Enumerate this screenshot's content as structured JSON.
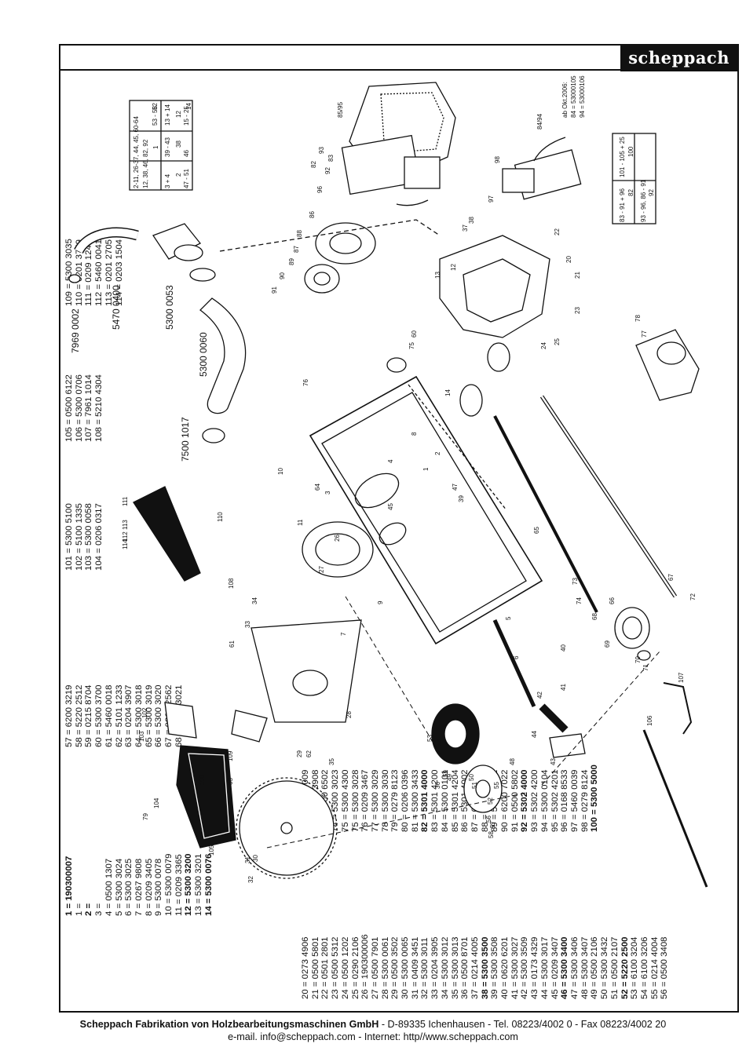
{
  "brand": {
    "logo_text": "scheppach"
  },
  "parts_columns": [
    {
      "id": "col1",
      "items": [
        {
          "t": "1 = 190300007",
          "b": true
        },
        {
          "t": "1 ="
        },
        {
          "t": "2 =",
          "b": true
        },
        {
          "t": "3 ="
        },
        {
          "t": "4 = 0500 1307"
        },
        {
          "t": "5 = 5300 3024"
        },
        {
          "t": "6 = 5300 3025"
        },
        {
          "t": "7 = 0267 9808"
        },
        {
          "t": "8 = 0209 3405"
        },
        {
          "t": "9 = 5300 0078"
        },
        {
          "t": "10 = 5300 0079"
        },
        {
          "t": "11 = 0209 3365"
        },
        {
          "t": "12 = 5300 3200",
          "b": true
        },
        {
          "t": "13 = 5300 3201"
        },
        {
          "t": "14 = 5300 0076",
          "b": true
        }
      ]
    },
    {
      "id": "col2",
      "items": [
        {
          "t": "57 = 6200 3219"
        },
        {
          "t": "58 = 5220 2512"
        },
        {
          "t": "59 = 0215 8704"
        },
        {
          "t": "60 = 5300 3700"
        },
        {
          "t": "61 = 5460 0018"
        },
        {
          "t": "62 = 5101 1233"
        },
        {
          "t": "63 = 0204 3907"
        },
        {
          "t": "64 = 5300 3018"
        },
        {
          "t": "65 = 5300 3019"
        },
        {
          "t": "66 = 5300 3020"
        },
        {
          "t": "67 = 0201 2562"
        },
        {
          "t": "68 = 5300 3021"
        }
      ]
    },
    {
      "id": "col3",
      "items": [
        {
          "t": "101 = 5300 5100"
        },
        {
          "t": "102 = 5100 1335"
        },
        {
          "t": "103 = 5300 0058"
        },
        {
          "t": "104 = 0206 0317"
        }
      ]
    },
    {
      "id": "col4",
      "items": [
        {
          "t": "105 = 0500 6122"
        },
        {
          "t": "106 = 5300 0706"
        },
        {
          "t": "107 = 7961 1014"
        },
        {
          "t": "108 = 5210 4304"
        }
      ]
    },
    {
      "id": "col5",
      "items": [
        {
          "t": "109 = 5300 3035"
        },
        {
          "t": "110 = 0201 3759"
        },
        {
          "t": "111 = 0209 1247"
        },
        {
          "t": "112 = 5460 0041"
        },
        {
          "t": "113 = 0201 2705"
        },
        {
          "t": "114 = 0203 1504"
        }
      ]
    },
    {
      "id": "col6",
      "items": [
        {
          "t": "20 = 0273 4906"
        },
        {
          "t": "21 = 0500 5801"
        },
        {
          "t": "22 = 0501 2801"
        },
        {
          "t": "23 = 0500 5312"
        },
        {
          "t": "24 = 0500 1202"
        },
        {
          "t": "25 = 0290 2106"
        },
        {
          "t": "26 = 190300006"
        },
        {
          "t": "27 = 0500 7901"
        },
        {
          "t": "28 = 5300 0061"
        },
        {
          "t": "29 = 0500 3502"
        },
        {
          "t": "30 = 5300 0065"
        },
        {
          "t": "31 = 0409 3451"
        },
        {
          "t": "32 = 5300 3011"
        },
        {
          "t": "33 = 0204 3905"
        },
        {
          "t": "34 = 5300 3012"
        },
        {
          "t": "35 = 5300 3013"
        },
        {
          "t": "36 = 0500 8701"
        },
        {
          "t": "37 = 0214 4005"
        },
        {
          "t": "38 = 5300 3500",
          "b": true
        },
        {
          "t": "39 = 5300 3508"
        },
        {
          "t": "40 = 0620 6201"
        },
        {
          "t": "41 = 5300 3027"
        },
        {
          "t": "42 = 5300 3509"
        },
        {
          "t": "43 = 0173 4329"
        },
        {
          "t": "44 = 5300 3017"
        },
        {
          "t": "45 = 0209 3407"
        },
        {
          "t": "46 = 5300 3400",
          "b": true
        },
        {
          "t": "47 = 5300 3406"
        },
        {
          "t": "48 = 5300 3407"
        },
        {
          "t": "49 = 0500 2106"
        },
        {
          "t": "50 = 5300 3432"
        },
        {
          "t": "51 = 0500 2107"
        },
        {
          "t": "52 = 5220 2500",
          "b": true
        },
        {
          "t": "53 = 6100 3204"
        },
        {
          "t": "54 = 6100 3206"
        },
        {
          "t": "55 = 0214 4004"
        },
        {
          "t": "56 = 0500 3408"
        }
      ]
    },
    {
      "id": "col7",
      "items": [
        {
          "t": "69 = 0214 4009"
        },
        {
          "t": "70 = 0204 3908"
        },
        {
          "t": "71 = 0500 6502"
        },
        {
          "t": "74 = 5300 3023"
        },
        {
          "t": "75 = 5300 4300"
        },
        {
          "t": "75 = 5300 3028"
        },
        {
          "t": "76 = 0209 3467"
        },
        {
          "t": "77 = 5300 3029"
        },
        {
          "t": "78 = 5300 3030"
        },
        {
          "t": "79 = 0279 8123"
        },
        {
          "t": "80 = 0206 0396"
        },
        {
          "t": "81 = 5300 3433"
        },
        {
          "t": "82 = 5301 4000",
          "b": true
        },
        {
          "t": "83 = 5301 4200"
        },
        {
          "t": "84 = 5300 0101"
        },
        {
          "t": "85 = 5301 4204"
        },
        {
          "t": "86 = 5301 4002"
        },
        {
          "t": "87 = 0209 3345"
        },
        {
          "t": "88 = 0267 9806"
        },
        {
          "t": "89 = 5301 4001"
        },
        {
          "t": "90 = 6200 7022"
        },
        {
          "t": "91 = 0500 5802"
        },
        {
          "t": "92 = 5302 4000",
          "b": true
        },
        {
          "t": "93 = 5302 4200"
        },
        {
          "t": "94 = 5300 0104"
        },
        {
          "t": "95 = 5302 4201"
        },
        {
          "t": "96 = 0168 8533"
        },
        {
          "t": "97 = 5460 0039"
        },
        {
          "t": "98 = 0279 8124"
        },
        {
          "t": "100 = 5300 5000",
          "b": true
        }
      ]
    }
  ],
  "hose_labels": [
    "7969 0002",
    "5470 0400",
    "5300 0053",
    "5300 0060",
    "7500 1017"
  ],
  "motor_labels": [
    "85/95",
    "93",
    "82",
    "92",
    "83",
    "96",
    "86",
    "88",
    "87",
    "89",
    "90",
    "91"
  ],
  "switch_labels": [
    "84/94",
    "ab Okt.2006:",
    "84 = 53000105",
    "94 = 53000106",
    "98",
    "97"
  ],
  "assembly_table": {
    "rows": [
      [
        "2-11, 26-37, 44, 45, 60-64",
        "12, 38, 46, 82, 92",
        "1"
      ],
      [
        "3 + 4",
        "2",
        "39 - 43",
        "38"
      ],
      [
        "13 + 14",
        "12",
        "47 - 51",
        "46"
      ],
      [
        "15 - 25",
        "14",
        "53 - 58",
        "52"
      ]
    ]
  },
  "assembly_table2": {
    "rows": [
      [
        "83 - 91 + 96",
        "82",
        "101 - 105 + 25",
        "100"
      ],
      [
        "93 - 96, 86 - 91",
        "92"
      ]
    ]
  },
  "callouts": [
    "1",
    "2",
    "3",
    "4",
    "5",
    "6",
    "7",
    "8",
    "9",
    "10",
    "11",
    "12",
    "13",
    "14",
    "20",
    "21",
    "22",
    "23",
    "24",
    "25",
    "26",
    "27",
    "28",
    "29",
    "30",
    "31",
    "32",
    "33",
    "34",
    "35",
    "36",
    "37",
    "38",
    "39",
    "40",
    "41",
    "42",
    "43",
    "44",
    "45",
    "47",
    "48",
    "49",
    "50",
    "51",
    "52",
    "53",
    "54",
    "55",
    "56",
    "57",
    "58",
    "59",
    "60",
    "61",
    "62",
    "63",
    "64",
    "65",
    "66",
    "67",
    "68",
    "69",
    "70",
    "71",
    "72",
    "73",
    "74",
    "75",
    "76",
    "77",
    "78",
    "79",
    "100",
    "102",
    "103",
    "104",
    "105",
    "106",
    "107",
    "108",
    "109",
    "110",
    "111",
    "112",
    "113",
    "114"
  ],
  "footer": {
    "company": "Scheppach Fabrikation von Holzbearbeitungsmaschinen GmbH",
    "address": " - D-89335 Ichenhausen - Tel. 08223/4002 0 - Fax 08223/4002 20",
    "contact": "e-mail. info@scheppach.com - Internet: http//www.scheppach.com"
  }
}
